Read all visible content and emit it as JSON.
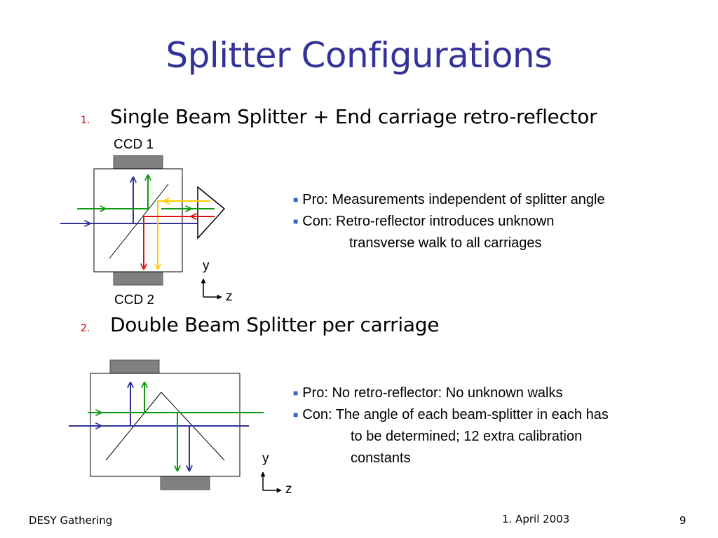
{
  "title": "Splitter Configurations",
  "items": [
    {
      "number": "1.",
      "text": "Single Beam Splitter + End carriage retro-reflector",
      "pro": "Pro: Measurements independent of splitter angle",
      "con": "Con: Retro-reflector introduces unknown",
      "con_cont": "transverse walk to all carriages",
      "ccd_top": "CCD 1",
      "ccd_bottom": "CCD 2",
      "axis_y": "y",
      "axis_z": "z"
    },
    {
      "number": "2.",
      "text": "Double Beam Splitter per carriage",
      "pro": "Pro: No retro-reflector: No unknown walks",
      "con": "Con: The angle of each beam-splitter in each has",
      "con_cont1": "to be determined; 12 extra calibration",
      "con_cont2": "constants",
      "axis_y": "y",
      "axis_z": "z"
    }
  ],
  "footer": {
    "left": "DESY Gathering",
    "center": "1. April 2003",
    "page": "9"
  },
  "colors": {
    "title": "#333399",
    "number": "#cc0000",
    "bullet": "#3366cc",
    "beam_blue": "#333399",
    "beam_green": "#119911",
    "beam_red": "#dd1111",
    "beam_yellow": "#ffcc00",
    "ccd": "#808080"
  }
}
